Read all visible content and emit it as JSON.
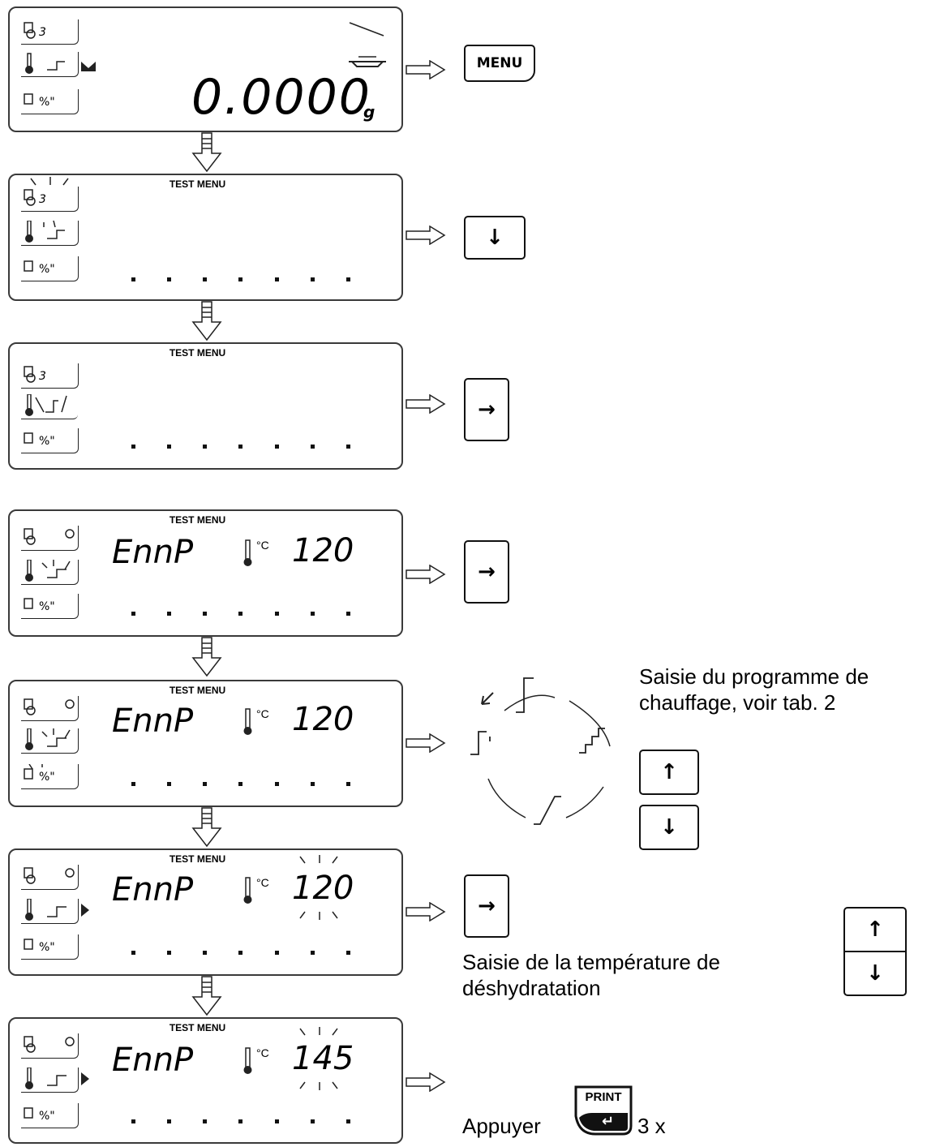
{
  "panel_label": "TEST MENU",
  "display": {
    "weight_value": "0.0000",
    "weight_unit": "g",
    "program_code": "ΕnnP",
    "temp_unit": "°C",
    "temp_initial": "120",
    "temp_final": "145"
  },
  "keys": {
    "menu": "MENU",
    "down": "↓",
    "up": "↑",
    "right": "→",
    "print": "PRINT",
    "enter": "↵"
  },
  "notes": {
    "heating_program": "Saisie du programme de chauffage, voir tab. 2",
    "drying_temp": "Saisie de la température de déshydratation",
    "press_prefix": "Appuyer",
    "press_suffix": "3 x"
  }
}
